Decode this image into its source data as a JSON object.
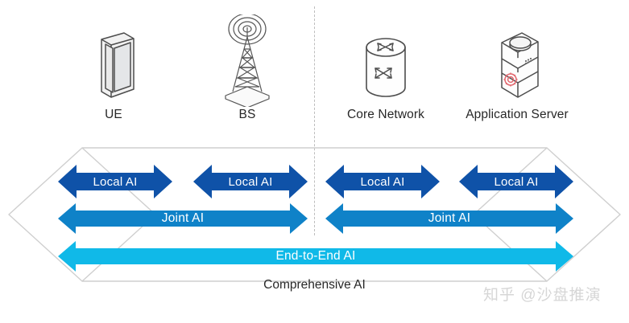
{
  "diagram": {
    "title": "Comprehensive AI",
    "nodes": [
      {
        "id": "ue",
        "label": "UE",
        "icon": "mobile-device-icon"
      },
      {
        "id": "bs",
        "label": "BS",
        "icon": "cell-tower-icon"
      },
      {
        "id": "core",
        "label": "Core Network",
        "icon": "network-cylinder-icon"
      },
      {
        "id": "app",
        "label": "Application Server",
        "icon": "server-stack-icon"
      }
    ],
    "bands": {
      "local": [
        {
          "label": "Local AI",
          "span": "ue"
        },
        {
          "label": "Local AI",
          "span": "bs"
        },
        {
          "label": "Local AI",
          "span": "core"
        },
        {
          "label": "Local AI",
          "span": "app"
        }
      ],
      "joint": [
        {
          "label": "Joint AI",
          "span": "ue-to-bs"
        },
        {
          "label": "Joint AI",
          "span": "core-to-app"
        }
      ],
      "end_to_end": [
        {
          "label": "End-to-End AI",
          "span": "ue-to-app"
        }
      ]
    },
    "bottom_label": "Comprehensive AI",
    "divider": "dashed-vertical-split",
    "watermark": "知乎 @沙盘推演",
    "colors": {
      "local_ai": "#0f52a8",
      "joint_ai": "#0f82c8",
      "end_to_end_ai": "#10b9e8",
      "frame_outline": "#cfcfcf",
      "divider": "#bdbdbd",
      "text": "#272727",
      "watermark": "#d6d6d6",
      "icon_line": "#4a4a4a",
      "icon_accent": "#e2666d"
    }
  }
}
